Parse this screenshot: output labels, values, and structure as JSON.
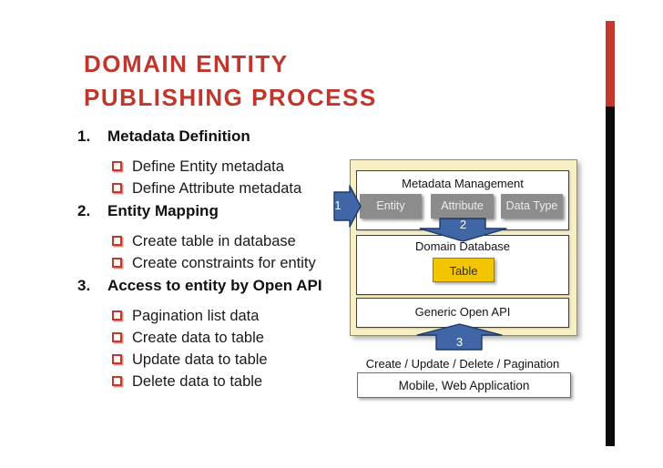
{
  "slide": {
    "title_line1": "DOMAIN ENTITY",
    "title_line2": "PUBLISHING PROCESS"
  },
  "outline": [
    {
      "number": "1.",
      "label": "Metadata Definition",
      "items": [
        "Define Entity metadata",
        "Define Attribute metadata"
      ]
    },
    {
      "number": "2.",
      "label": "Entity Mapping",
      "items": [
        "Create table in database",
        "Create constraints for entity"
      ]
    },
    {
      "number": "3.",
      "label": "Access to entity by Open API",
      "items": [
        "Pagination list data",
        "Create data to table",
        "Update data to table",
        "Delete data to table"
      ]
    }
  ],
  "diagram": {
    "metadata_management": {
      "title": "Metadata Management",
      "buttons": [
        "Entity",
        "Attribute",
        "Data Type"
      ]
    },
    "domain_database": {
      "title": "Domain Database",
      "table_button": "Table"
    },
    "generic_open_api": {
      "title": "Generic Open API"
    },
    "step_numbers": [
      "1",
      "2",
      "3"
    ],
    "caption": "Create / Update / Delete / Pagination",
    "client": {
      "title": "Mobile, Web Application"
    }
  },
  "colors": {
    "accent_red": "#C0392B",
    "bar_black": "#0B0B0B",
    "arrow_blue": "#4166A5",
    "arrow_border": "#1E3A66",
    "panel_cream": "#F9EFC5",
    "button_gray": "#8C8C8C",
    "table_gold": "#F2C500"
  }
}
